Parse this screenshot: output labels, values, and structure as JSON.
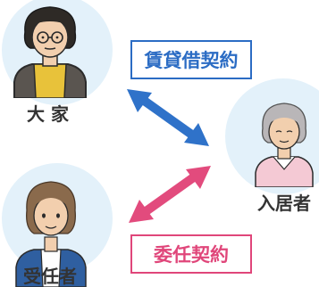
{
  "people": {
    "landlord": {
      "label": "大 家"
    },
    "resident": {
      "label": "入居者"
    },
    "agent": {
      "label": "受任者"
    }
  },
  "contracts": {
    "lease": {
      "label": "賃貸借契約",
      "color": "#2b6cc4"
    },
    "mandate": {
      "label": "委任契約",
      "color": "#e0467a"
    }
  },
  "colors": {
    "background_circle": "#e3f1fa",
    "lease_arrow": "#2f72c9",
    "mandate_arrow": "#e24b7d"
  },
  "icons": {
    "landlord": "man-figure-icon",
    "resident": "elderly-woman-figure-icon",
    "agent": "woman-figure-icon",
    "lease_arrow": "double-arrow-icon",
    "mandate_arrow": "double-arrow-icon"
  }
}
